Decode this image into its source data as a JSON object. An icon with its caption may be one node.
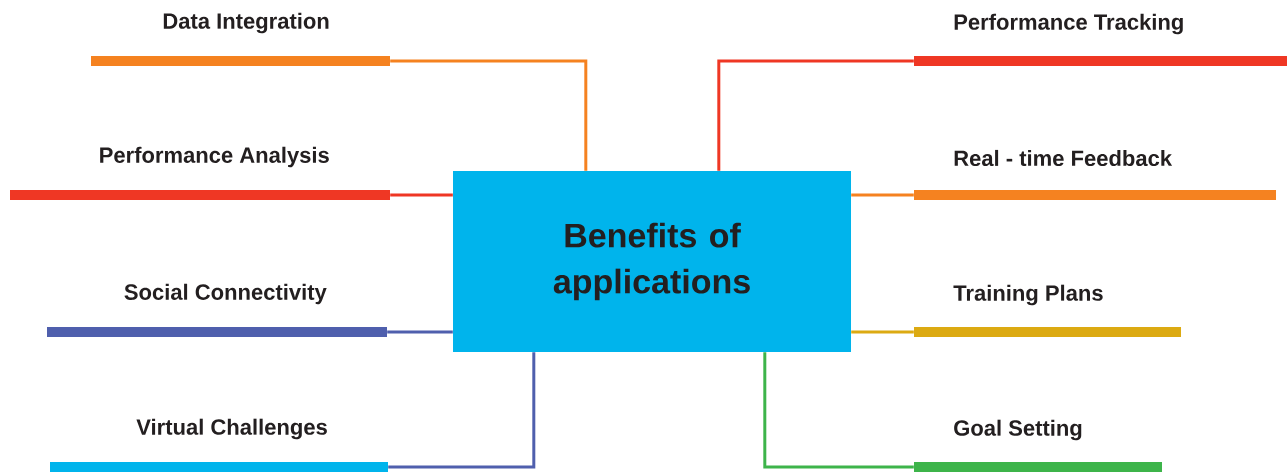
{
  "diagram": {
    "nodes": [
      {
        "text": [
          "Benefits of applications"
        ]
      },
      {
        "text": [
          "Data Integration"
        ]
      },
      {
        "text": [
          "Performance Analysis"
        ]
      },
      {
        "text": [
          "Social Connectivity"
        ]
      },
      {
        "text": [
          "Virtual Challenges"
        ]
      },
      {
        "text": [
          "Performance Tracking"
        ]
      },
      {
        "text": [
          "Real - time Feedback"
        ]
      },
      {
        "text": [
          "Training Plans"
        ]
      },
      {
        "text": [
          "Goal Setting"
        ]
      }
    ],
    "edges": [
      {
        "from": 0,
        "to": 1,
        "arrow": "none",
        "color": "#f58220"
      },
      {
        "from": 0,
        "to": 2,
        "arrow": "none",
        "color": "#ef3724"
      },
      {
        "from": 0,
        "to": 3,
        "arrow": "none",
        "color": "#4f5fad"
      },
      {
        "from": 0,
        "to": 4,
        "arrow": "none",
        "color": "#4f5fad"
      },
      {
        "from": 0,
        "to": 5,
        "arrow": "none",
        "color": "#ef3724"
      },
      {
        "from": 0,
        "to": 6,
        "arrow": "none",
        "color": "#f58220"
      },
      {
        "from": 0,
        "to": 7,
        "arrow": "none",
        "color": "#dcaa12"
      },
      {
        "from": 0,
        "to": 8,
        "arrow": "none",
        "color": "#3db44a"
      }
    ]
  }
}
